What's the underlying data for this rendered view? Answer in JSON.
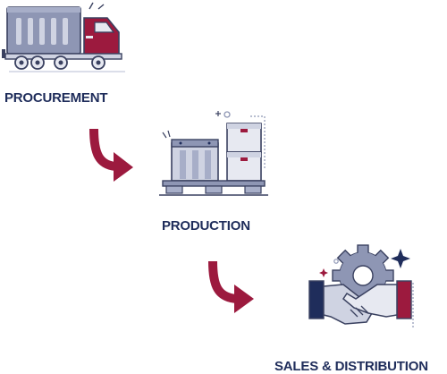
{
  "colors": {
    "navy": "#1f2d5b",
    "crimson": "#9c1a3e",
    "slate": "#8e96b4",
    "light": "#cfd3e2",
    "lighter": "#e7e9f1",
    "outline": "#3a4160"
  },
  "steps": [
    {
      "label": "PROCUREMENT",
      "icon": "truck-icon"
    },
    {
      "label": "PRODUCTION",
      "icon": "pallet-boxes-icon"
    },
    {
      "label": "SALES & DISTRIBUTION",
      "icon": "handshake-gear-icon"
    }
  ],
  "connectors": [
    {
      "icon": "curved-arrow-icon",
      "from": "PROCUREMENT",
      "to": "PRODUCTION"
    },
    {
      "icon": "curved-arrow-icon",
      "from": "PRODUCTION",
      "to": "SALES & DISTRIBUTION"
    }
  ]
}
